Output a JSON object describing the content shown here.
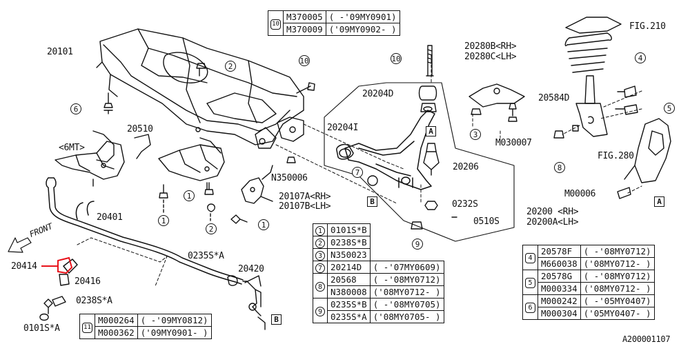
{
  "parts": {
    "crossmember": "20101",
    "bracket_set": "20510",
    "mt_note": "<6MT>",
    "stabilizer": "20401",
    "stab_link": "20420",
    "bushing_red": "20414",
    "holder": "20416",
    "bolt_0238": "0238S*A",
    "bolt_0101": "0101S*A",
    "bolt_0235": "0235S*A",
    "nut_n350006": "N350006",
    "bracket_rh": "20107A<RH>",
    "bracket_lh": "20107B<LH>",
    "bush_20204d": "20204D",
    "bush_20204i": "20204I",
    "ball_joint": "20206",
    "nut_0232": "0232S",
    "pin_0510": "0510S",
    "arm_rh": "20200  <RH>",
    "arm_lh": "20200A<LH>",
    "mount_rh": "20280B<RH>",
    "mount_lh": "20280C<LH>",
    "m030007": "M030007",
    "bolt_20584d": "20584D",
    "fig210": "FIG.210",
    "fig280": "FIG.280",
    "m000006": "M00006",
    "front": "FRONT",
    "diagram_id": "A200001107"
  },
  "callouts": {
    "c1": "1",
    "c2": "2",
    "c3": "3",
    "c4": "4",
    "c5": "5",
    "c6": "6",
    "c7": "7",
    "c8": "8",
    "c9": "9",
    "c10": "10"
  },
  "markers": {
    "a": "A",
    "b": "B"
  },
  "table_top": {
    "key": "10",
    "rows": [
      {
        "part": "M370005",
        "range": "( -'09MY0901)"
      },
      {
        "part": "M370009",
        "range": "('09MY0902- )"
      }
    ]
  },
  "table_bottom": {
    "key": "11",
    "rows": [
      {
        "part": "M000264",
        "range": "( -'09MY0812)"
      },
      {
        "part": "M000362",
        "range": "('09MY0901- )"
      }
    ]
  },
  "table_mid": {
    "rows": [
      {
        "key": "1",
        "part": "0101S*B",
        "range": ""
      },
      {
        "key": "2",
        "part": "0238S*B",
        "range": ""
      },
      {
        "key": "3",
        "part": "N350023",
        "range": ""
      },
      {
        "key": "7",
        "part": "20214D",
        "range": "( -'07MY0609)"
      },
      {
        "key": "8",
        "part": "20568",
        "range": "( -'08MY0712)"
      },
      {
        "key": "",
        "part": "N380008",
        "range": "('08MY0712- )"
      },
      {
        "key": "9",
        "part": "0235S*B",
        "range": "( -'08MY0705)"
      },
      {
        "key": "",
        "part": "0235S*A",
        "range": "('08MY0705- )"
      }
    ]
  },
  "table_right": {
    "rows": [
      {
        "key": "4",
        "part": "20578F",
        "range": "( -'08MY0712)"
      },
      {
        "key": "",
        "part": "M660038",
        "range": "('08MY0712- )"
      },
      {
        "key": "5",
        "part": "20578G",
        "range": "( -'08MY0712)"
      },
      {
        "key": "",
        "part": "M000334",
        "range": "('08MY0712- )"
      },
      {
        "key": "6",
        "part": "M000242",
        "range": "( -'05MY0407)"
      },
      {
        "key": "",
        "part": "M000304",
        "range": "('05MY0407- )"
      }
    ]
  },
  "colors": {
    "ink": "#111111",
    "highlight": "#e8121a",
    "paper": "#ffffff"
  }
}
